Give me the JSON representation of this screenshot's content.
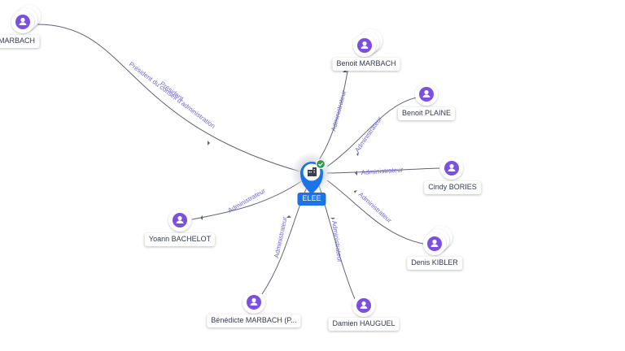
{
  "company": {
    "name": "ELEE",
    "verified_icon": "check-icon",
    "building_icon": "building-icon",
    "color": "#1a73e8"
  },
  "people": [
    {
      "id": "alain-marbach",
      "name": "lain MARBACH",
      "stacked": true
    },
    {
      "id": "benoit-marbach",
      "name": "Benoit MARBACH",
      "stacked": true
    },
    {
      "id": "benoit-plaine",
      "name": "Benoit PLAINE",
      "stacked": false
    },
    {
      "id": "cindy-bories",
      "name": "Cindy BORIES",
      "stacked": false
    },
    {
      "id": "denis-kibler",
      "name": "Denis KIBLER",
      "stacked": true
    },
    {
      "id": "damien-hauguel",
      "name": "Damien HAUGUEL",
      "stacked": false
    },
    {
      "id": "benedicte-marbach",
      "name": "Bénédicte MARBACH (P...",
      "stacked": false
    },
    {
      "id": "yoann-bachelot",
      "name": "Yoann BACHELOT",
      "stacked": false
    }
  ],
  "relations": [
    {
      "person": "alain-marbach",
      "labels": [
        "Président",
        "Président du conseil d'administration"
      ]
    },
    {
      "person": "benoit-marbach",
      "labels": [
        "Administrateur"
      ]
    },
    {
      "person": "benoit-plaine",
      "labels": [
        "Administrateur"
      ]
    },
    {
      "person": "cindy-bories",
      "labels": [
        "Administrateur"
      ]
    },
    {
      "person": "denis-kibler",
      "labels": [
        "Administrateur"
      ]
    },
    {
      "person": "damien-hauguel",
      "labels": [
        "Administrateur"
      ]
    },
    {
      "person": "benedicte-marbach",
      "labels": [
        "Administrateur"
      ]
    },
    {
      "person": "yoann-bachelot",
      "labels": [
        "Administrateur"
      ]
    }
  ],
  "colors": {
    "person_icon": "#7b4fe0",
    "edge": "#5f6473",
    "edge_label": "#6e67d4",
    "verified": "#2e9b4f"
  },
  "icons": {
    "person": "person-icon"
  }
}
